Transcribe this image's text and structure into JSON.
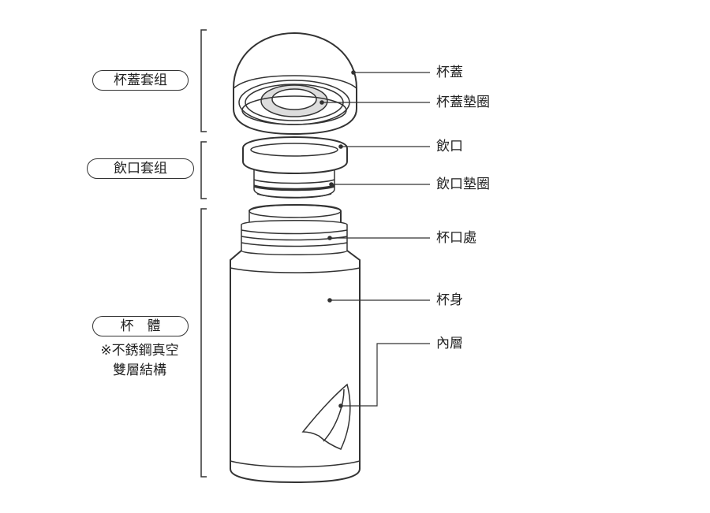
{
  "groups": {
    "lid_set": "杯蓋套组",
    "spout_set": "飲口套组",
    "body": "杯　體",
    "body_note_1": "※不銹鋼真空",
    "body_note_2": "雙層結構"
  },
  "parts": {
    "lid": "杯蓋",
    "lid_gasket": "杯蓋墊圈",
    "spout": "飲口",
    "spout_gasket": "飲口墊圈",
    "mouth": "杯口處",
    "body": "杯身",
    "inner_layer": "內層"
  }
}
